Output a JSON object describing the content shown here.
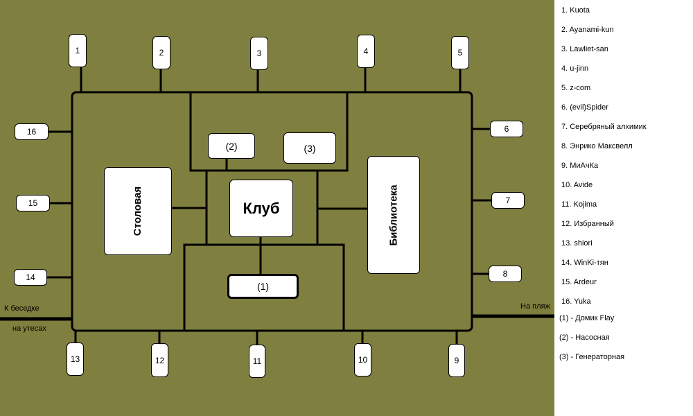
{
  "house_numbers": [
    "1",
    "2",
    "3",
    "4",
    "5",
    "6",
    "7",
    "8",
    "9",
    "10",
    "11",
    "12",
    "13",
    "14",
    "15",
    "16"
  ],
  "buildings": {
    "club": "Клуб",
    "canteen": "Столовая",
    "library": "Библиотека",
    "b1": "(1)",
    "b2": "(2)",
    "b3": "(3)"
  },
  "edge_labels": {
    "gazebo": "К беседке",
    "cliffs": "на утесах",
    "beach": "На пляж"
  },
  "legend": [
    "1. Kuota",
    "2. Ayanami-kun",
    "3. Lawliet-san",
    "4. u-jinn",
    "5. z-com",
    "6. (evil)Spider",
    "7. Серебряный алхимик",
    "8. Энрико Максвелл",
    "9. МиАчКа",
    "10. Avide",
    "11. Kojima",
    "12. Избранный",
    "13. shiori",
    "14. WinKi-тян",
    "15. Ardeur",
    "16. Yuka",
    "(1) - Домик Flay",
    "(2) - Насосная",
    "(3) - Генераторная"
  ],
  "colors": {
    "background": "#7f7f3f",
    "box": "#ffffff",
    "line": "#000000",
    "legend_bg": "#ffffff"
  }
}
